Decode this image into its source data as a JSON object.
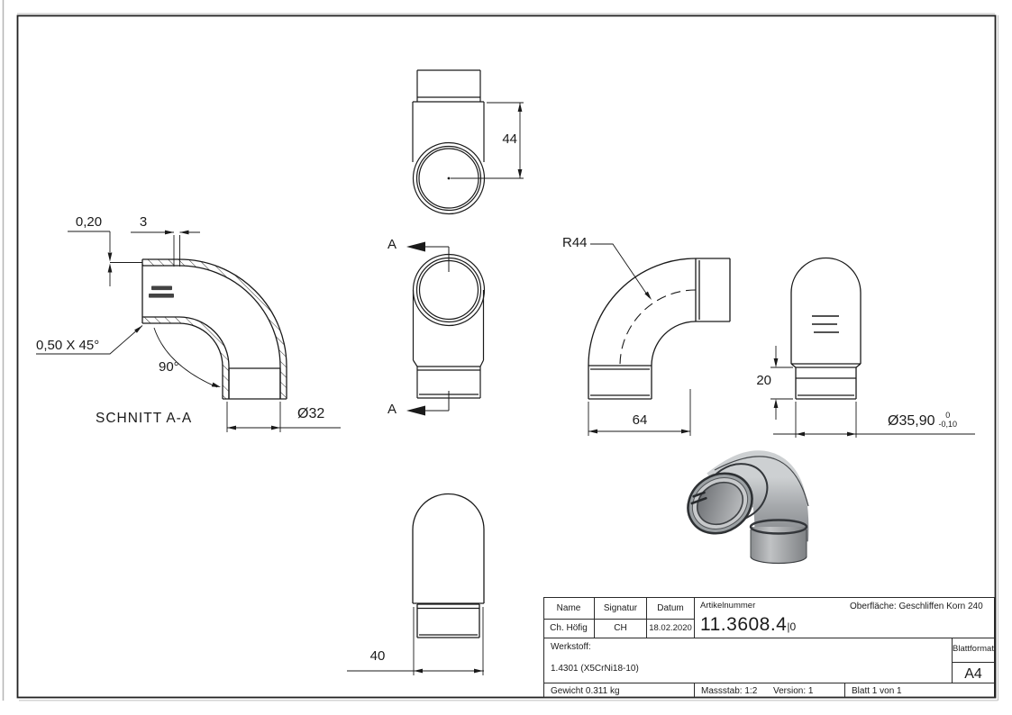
{
  "sheet": {
    "views": {
      "section": {
        "dim_020": "0,20",
        "dim_3": "3",
        "chamfer": "0,50 X 45°",
        "angle": "90°",
        "title": "SCHNITT A-A",
        "diameter": "Ø32"
      },
      "top": {
        "dim_height": "44"
      },
      "front": {
        "section_label": "A"
      },
      "side": {
        "radius": "R44",
        "dim_length": "64"
      },
      "right": {
        "dim_socket": "20",
        "diameter": "Ø35,90",
        "tol_upper": "0",
        "tol_lower": "-0,10"
      },
      "bottom": {
        "dim_width": "40"
      }
    },
    "title_block": {
      "name_label": "Name",
      "signatur_label": "Signatur",
      "datum_label": "Datum",
      "name": "Ch. Höfig",
      "signatur": "CH",
      "datum": "18.02.2020",
      "artikelnummer_label": "Artikelnummer",
      "artikelnummer": "11.3608.4",
      "artikelnummer_suffix": "|0",
      "oberflaeche": "Oberfläche:  Geschliffen Korn 240",
      "werkstoff_label": "Werkstoff:",
      "werkstoff": "1.4301 (X5CrNi18-10)",
      "blattformat_label": "Blattformat",
      "blattformat": "A4",
      "gewicht": "Gewicht 0.311 kg",
      "massstab": "Massstab: 1:2",
      "version": "Version: 1",
      "blatt": "Blatt 1 von 1"
    }
  }
}
